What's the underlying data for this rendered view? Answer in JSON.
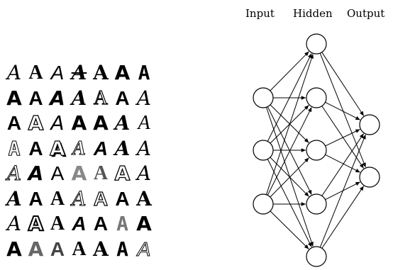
{
  "labels": {
    "input": "Input",
    "hidden": "Hidden",
    "output": "Output"
  },
  "glyph_rows": [
    [
      "A",
      "A",
      "A",
      "A",
      "A",
      "A",
      "A"
    ],
    [
      "A",
      "A",
      "A",
      "A",
      "A",
      "A",
      "A"
    ],
    [
      "A",
      "A",
      "A",
      "A",
      "A",
      "A",
      "A"
    ],
    [
      "A",
      "A",
      "A",
      "A",
      "A",
      "A",
      "A"
    ],
    [
      "A",
      "A",
      "A",
      "A",
      "A",
      "A",
      "A"
    ],
    [
      "A",
      "A",
      "A",
      "A",
      "A",
      "A",
      "A"
    ],
    [
      "A",
      "A",
      "A",
      "A",
      "A",
      "A",
      "A"
    ],
    [
      "A",
      "A",
      "A",
      "A",
      "A",
      "A",
      "A"
    ]
  ],
  "glyph_styles": [
    [
      "script-italic",
      "serif-bold",
      "sans-italic",
      "slab-strike",
      "blackletter",
      "block-cut",
      "block-tall"
    ],
    [
      "block-heavy",
      "triangle-heavy",
      "rounded-heavy",
      "stencil",
      "outline-serif",
      "block-bold",
      "script-thin"
    ],
    [
      "sans-heavy",
      "outline-block",
      "sans-thin",
      "sans-bold",
      "block-heavy",
      "swash-bold",
      "serif-slant"
    ],
    [
      "dotted",
      "triangle-heavy",
      "cube-3d",
      "outline-fancy",
      "brush",
      "swash-bold",
      "script-italic"
    ],
    [
      "script-outline",
      "rounded-heavy",
      "sans-light",
      "gradient",
      "striped",
      "outline-block",
      "script-thin"
    ],
    [
      "brush-heavy",
      "triangle-heavy",
      "ornate",
      "outline-script",
      "outline-triangle",
      "sans-heavy",
      "slab-bold"
    ],
    [
      "flourish",
      "outline-heavy",
      "serif-bold",
      "italic-bold",
      "sans-heavy",
      "arch",
      "triangle-solid"
    ],
    [
      "triangle-solid",
      "triangle-light",
      "triangle-striped",
      "serif-swash",
      "fancy",
      "block-stencil",
      "outline-italic"
    ]
  ],
  "network": {
    "layers": [
      {
        "name": "input",
        "nodes": 3
      },
      {
        "name": "hidden",
        "nodes": 5
      },
      {
        "name": "output",
        "nodes": 2
      }
    ]
  }
}
